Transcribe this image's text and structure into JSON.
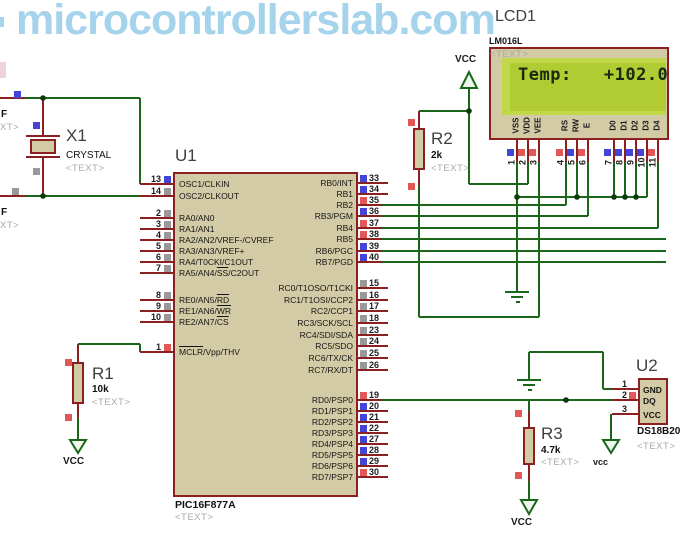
{
  "title": "microcontrollerslab.com",
  "colors": {
    "wire": "#1a661a",
    "pin": "#8b2020",
    "body_fill": "#d3cba6",
    "state_high": "#e25858",
    "state_low": "#4444d6",
    "state_float": "#999999",
    "title": "#a5d3eb",
    "lcd_screen": "#c2d84b",
    "lcd_screen_inner": "#b0cc32",
    "lcd_text": "#1a2a0e"
  },
  "u1": {
    "ref": "U1",
    "value": "PIC16F877A",
    "placeholder": "<TEXT>",
    "left_pins": [
      {
        "num": "13",
        "label": "OSC1/CLKIN",
        "state": "low"
      },
      {
        "num": "14",
        "label": "OSC2/CLKOUT",
        "state": "float"
      },
      {
        "num": "2",
        "label": "RA0/AN0",
        "state": "float"
      },
      {
        "num": "3",
        "label": "RA1/AN1",
        "state": "float"
      },
      {
        "num": "4",
        "label": "RA2/AN2/VREF-/CVREF",
        "state": "float"
      },
      {
        "num": "5",
        "label": "RA3/AN3/VREF+",
        "state": "float"
      },
      {
        "num": "6",
        "label": "RA4/T0CKI/C1OUT",
        "state": "float"
      },
      {
        "num": "7",
        "label": "RA5/AN4/~SS/C2OUT",
        "state": "float"
      },
      {
        "num": "8",
        "label": "RE0/AN5/~RD",
        "state": "float"
      },
      {
        "num": "9",
        "label": "RE1/AN6/~WR",
        "state": "float"
      },
      {
        "num": "10",
        "label": "RE2/AN7/~CS",
        "state": "float"
      },
      {
        "num": "1",
        "label": "~MCLR/Vpp/THV",
        "state": "high"
      }
    ],
    "right_pins": [
      {
        "num": "33",
        "label": "RB0/INT",
        "state": "low"
      },
      {
        "num": "34",
        "label": "RB1",
        "state": "low"
      },
      {
        "num": "35",
        "label": "RB2",
        "state": "high"
      },
      {
        "num": "36",
        "label": "RB3/PGM",
        "state": "low"
      },
      {
        "num": "37",
        "label": "RB4",
        "state": "high"
      },
      {
        "num": "38",
        "label": "RB5",
        "state": "high"
      },
      {
        "num": "39",
        "label": "RB6/PGC",
        "state": "low"
      },
      {
        "num": "40",
        "label": "RB7/PGD",
        "state": "low"
      },
      {
        "num": "15",
        "label": "RC0/T1OSO/T1CKI",
        "state": "float"
      },
      {
        "num": "16",
        "label": "RC1/T1OSI/CCP2",
        "state": "float"
      },
      {
        "num": "17",
        "label": "RC2/CCP1",
        "state": "float"
      },
      {
        "num": "18",
        "label": "RC3/SCK/SCL",
        "state": "float"
      },
      {
        "num": "23",
        "label": "RC4/SDI/SDA",
        "state": "float"
      },
      {
        "num": "24",
        "label": "RC5/SDO",
        "state": "float"
      },
      {
        "num": "25",
        "label": "RC6/TX/CK",
        "state": "float"
      },
      {
        "num": "26",
        "label": "RC7/RX/DT",
        "state": "float"
      },
      {
        "num": "19",
        "label": "RD0/PSP0",
        "state": "high"
      },
      {
        "num": "20",
        "label": "RD1/PSP1",
        "state": "low"
      },
      {
        "num": "21",
        "label": "RD2/PSP2",
        "state": "low"
      },
      {
        "num": "22",
        "label": "RD3/PSP3",
        "state": "low"
      },
      {
        "num": "27",
        "label": "RD4/PSP4",
        "state": "low"
      },
      {
        "num": "28",
        "label": "RD5/PSP5",
        "state": "low"
      },
      {
        "num": "29",
        "label": "RD6/PSP6",
        "state": "low"
      },
      {
        "num": "30",
        "label": "RD7/PSP7",
        "state": "high"
      }
    ]
  },
  "lcd": {
    "ref": "LCD1",
    "model": "LM016L",
    "placeholder": "<TEXT>",
    "display_line1": "Temp:   +102.0",
    "pins": [
      {
        "num": "1",
        "label": "VSS",
        "state": "low"
      },
      {
        "num": "2",
        "label": "VDD",
        "state": "high"
      },
      {
        "num": "3",
        "label": "VEE",
        "state": "high"
      },
      {
        "num": "4",
        "label": "RS",
        "state": "high"
      },
      {
        "num": "5",
        "label": "RW",
        "state": "low"
      },
      {
        "num": "6",
        "label": "E",
        "state": "high"
      },
      {
        "num": "7",
        "label": "D0",
        "state": "low"
      },
      {
        "num": "8",
        "label": "D1",
        "state": "low"
      },
      {
        "num": "9",
        "label": "D2",
        "state": "low"
      },
      {
        "num": "10",
        "label": "D3",
        "state": "low"
      },
      {
        "num": "11",
        "label": "D4",
        "state": "high"
      }
    ]
  },
  "u2": {
    "ref": "U2",
    "value": "DS18B20",
    "placeholder": "<TEXT>",
    "pins": [
      {
        "num": "1",
        "label": "GND",
        "state": null
      },
      {
        "num": "2",
        "label": "DQ",
        "state": "high"
      },
      {
        "num": "3",
        "label": "VCC",
        "state": null
      }
    ]
  },
  "x1": {
    "ref": "X1",
    "value": "CRYSTAL",
    "placeholder": "<TEXT>"
  },
  "r1": {
    "ref": "R1",
    "value": "10k",
    "placeholder": "<TEXT>"
  },
  "r2": {
    "ref": "R2",
    "value": "2k",
    "placeholder": "<TEXT>"
  },
  "r3": {
    "ref": "R3",
    "value": "4.7k",
    "placeholder": "<TEXT>"
  },
  "power": {
    "vcc_r2": "VCC",
    "vcc_r1": "VCC",
    "vcc_r3": "VCC",
    "vcc_u2": "vcc"
  },
  "edge_fragments": {
    "cap1_value": "F",
    "cap1_text": "XT>",
    "cap2_value": "F",
    "cap2_text": "XT>"
  },
  "indicators": [
    {
      "name": "cap1-pin",
      "state": "low"
    },
    {
      "name": "cap2-pin",
      "state": "float"
    },
    {
      "name": "crystal-top-pin",
      "state": "low"
    },
    {
      "name": "crystal-bottom-pin",
      "state": "float"
    },
    {
      "name": "r1-top-pin",
      "state": "high"
    },
    {
      "name": "r1-bottom-pin",
      "state": "high"
    },
    {
      "name": "r2-top-pin",
      "state": "high"
    },
    {
      "name": "r2-bottom-pin",
      "state": "high"
    },
    {
      "name": "r3-top-pin",
      "state": "high"
    },
    {
      "name": "r3-bottom-pin",
      "state": "high"
    },
    {
      "name": "u2-dq-pin",
      "state": "high"
    }
  ]
}
